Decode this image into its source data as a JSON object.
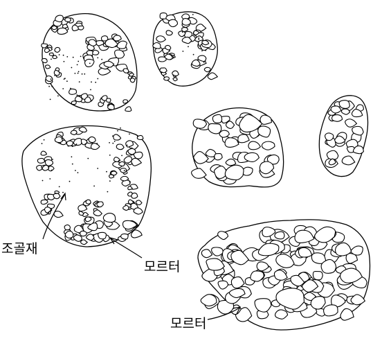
{
  "labels": {
    "aggregate": "조골재",
    "mortar_upper": "모르터",
    "mortar_lower": "모르터"
  },
  "colors": {
    "line": "#000000",
    "background": "#ffffff",
    "stone_fill": "#ffffff"
  },
  "pieces": [
    {
      "id": "upper-left-lump",
      "kind": "mortar-with-aggregate"
    },
    {
      "id": "upper-middle-lump",
      "kind": "mortar-with-aggregate"
    },
    {
      "id": "middle-left-lump",
      "kind": "mortar-with-aggregate"
    },
    {
      "id": "middle-center-lump",
      "kind": "aggregate-cluster"
    },
    {
      "id": "middle-right-lump",
      "kind": "aggregate-cluster"
    },
    {
      "id": "lower-right-lump",
      "kind": "aggregate-cluster"
    }
  ]
}
